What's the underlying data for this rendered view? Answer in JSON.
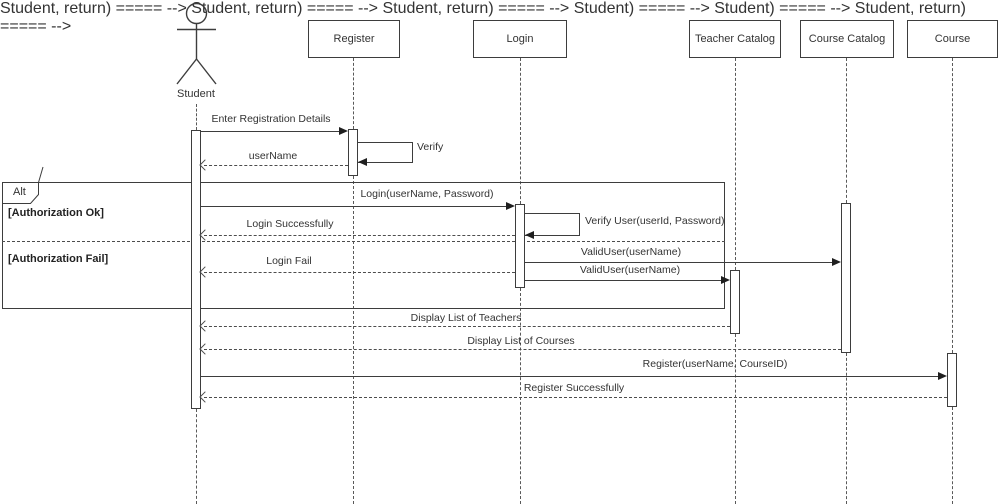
{
  "actor": {
    "label": "Student"
  },
  "objects": {
    "register": {
      "label": "Register"
    },
    "login": {
      "label": "Login"
    },
    "teacher_catalog": {
      "label": "Teacher Catalog"
    },
    "course_catalog": {
      "label": "Course Catalog"
    },
    "course": {
      "label": "Course"
    }
  },
  "alt_frame": {
    "label": "Alt",
    "guard_ok": "[Authorization Ok]",
    "guard_fail": "[Authorization Fail]"
  },
  "messages": {
    "enter_registration_details": "Enter Registration Details",
    "verify": "Verify",
    "username": "userName",
    "login": "Login(userName, Password)",
    "verify_user": "Verify User(userId, Password)",
    "login_successfully": "Login Successfully",
    "valid_user_to_course_catalog": "ValidUser(userName)",
    "login_fail": "Login Fail",
    "valid_user_to_teacher_catalog": "ValidUser(userName)",
    "display_list_of_teachers": "Display List of Teachers",
    "display_list_of_courses": "Display List of Courses",
    "register_course": "Register(userName, CourseID)",
    "register_successfully": "Register Successfully"
  },
  "colors": {
    "stroke": "#3d3d3d",
    "text": "#333333",
    "background": "#ffffff"
  }
}
